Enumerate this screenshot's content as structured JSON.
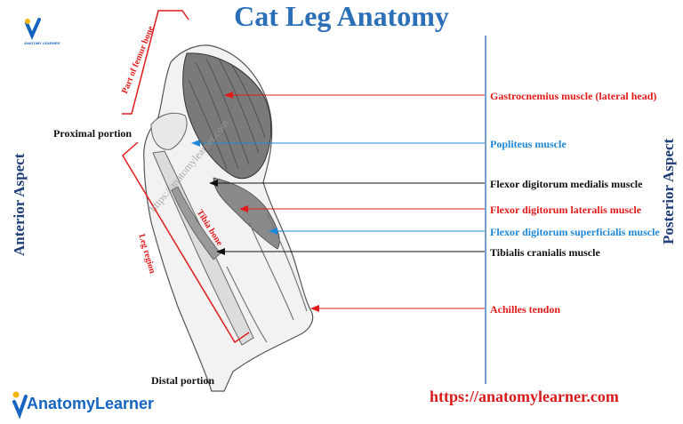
{
  "title": "Cat Leg Anatomy",
  "aspects": {
    "anterior": "Anterior Aspect",
    "posterior": "Posterior Aspect"
  },
  "regions": {
    "proximal": "Proximal portion",
    "distal": "Distal portion",
    "femur_part": "Part of femur bone",
    "tibia_bone": "Tibia bone",
    "leg_region": "Leg region"
  },
  "labels": [
    {
      "text": "Gastrocnemius  muscle (lateral head)",
      "color": "#e11b1b"
    },
    {
      "text": "Popliteus muscle",
      "color": "#1e88d6"
    },
    {
      "text": "Flexor digitorum medialis muscle",
      "color": "#111111"
    },
    {
      "text": "Flexor digitorum lateralis muscle",
      "color": "#e11b1b"
    },
    {
      "text": "Flexor digitorum  superficialis muscle",
      "color": "#1e88d6"
    },
    {
      "text": "Tibialis cranialis muscle",
      "color": "#111111"
    },
    {
      "text": "Achilles tendon",
      "color": "#e11b1b"
    }
  ],
  "watermark": "https://anatomylearner.com",
  "website": "https://anatomylearner.com",
  "logo": {
    "text": "AnatomyLearner",
    "small_text": "ANATOMY LEARNER",
    "brand_color": "#1565c0",
    "accent_color": "#f5b400"
  }
}
